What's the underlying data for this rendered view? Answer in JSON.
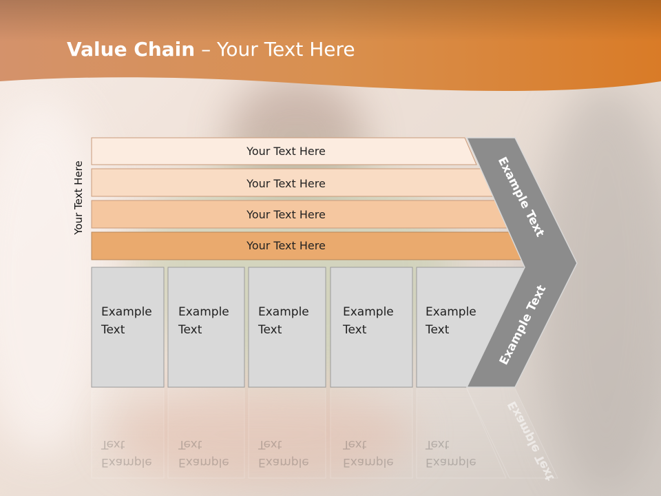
{
  "slide": {
    "title_bold": "Value Chain",
    "title_rest": " – Your Text Here",
    "side_label": "Your Text Here"
  },
  "rows": [
    {
      "label": "Your Text Here"
    },
    {
      "label": "Your Text Here"
    },
    {
      "label": "Your Text Here"
    },
    {
      "label": "Your Text Here"
    }
  ],
  "activities": [
    {
      "label": "Example\nText"
    },
    {
      "label": "Example\nText"
    },
    {
      "label": "Example\nText"
    },
    {
      "label": "Example\nText"
    },
    {
      "label": "Example\nText"
    }
  ],
  "chevron": {
    "upper_label": "Example Text",
    "lower_label": "Example Text"
  },
  "colors": {
    "header_orange": "#d97b27",
    "row_1": "#fcece0",
    "row_2": "#f9dcc4",
    "row_3": "#f5c7a0",
    "row_4": "#eaaa6e",
    "activity_box": "#d9d9d9",
    "chevron_gray": "#8c8c8c"
  }
}
